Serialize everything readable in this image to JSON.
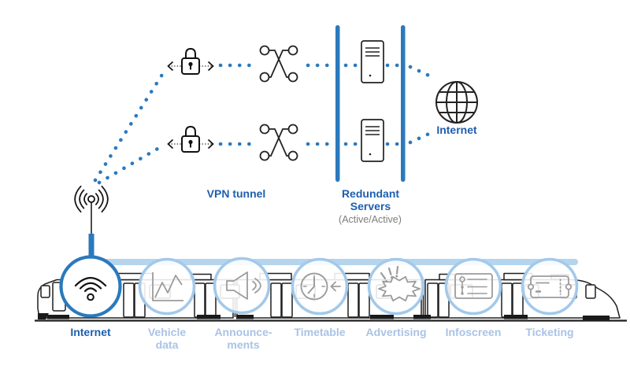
{
  "diagram": {
    "labels": {
      "vpn_tunnel": "VPN tunnel",
      "redundant_servers": "Redundant Servers",
      "active_active": "(Active/Active)",
      "internet_cloud": "Internet"
    },
    "icons": [
      "antenna-icon",
      "lock-encryption-icon",
      "left-arrow-icon",
      "right-arrow-icon",
      "crossover-switch-icon",
      "firewall-bar",
      "server-icon",
      "globe-icon"
    ],
    "colors": {
      "primary_blue": "#2b79bd",
      "label_blue": "#1e5fae",
      "light_blue": "#a3c9ea",
      "icon_gray": "#9c9c9c",
      "line_black": "#1f1f1f"
    }
  },
  "train_services": {
    "items": [
      {
        "label": "Internet",
        "icon": "wifi-icon",
        "active": true
      },
      {
        "label": "Vehicle\ndata",
        "icon": "line-chart-icon",
        "active": false
      },
      {
        "label": "Announce-\nments",
        "icon": "speaker-icon",
        "active": false
      },
      {
        "label": "Timetable",
        "icon": "clock-icon",
        "active": false
      },
      {
        "label": "Advertising",
        "icon": "starburst-icon",
        "active": false
      },
      {
        "label": "Infoscreen",
        "icon": "infoscreen-icon",
        "active": false
      },
      {
        "label": "Ticketing",
        "icon": "ticket-icon",
        "active": false
      }
    ]
  }
}
